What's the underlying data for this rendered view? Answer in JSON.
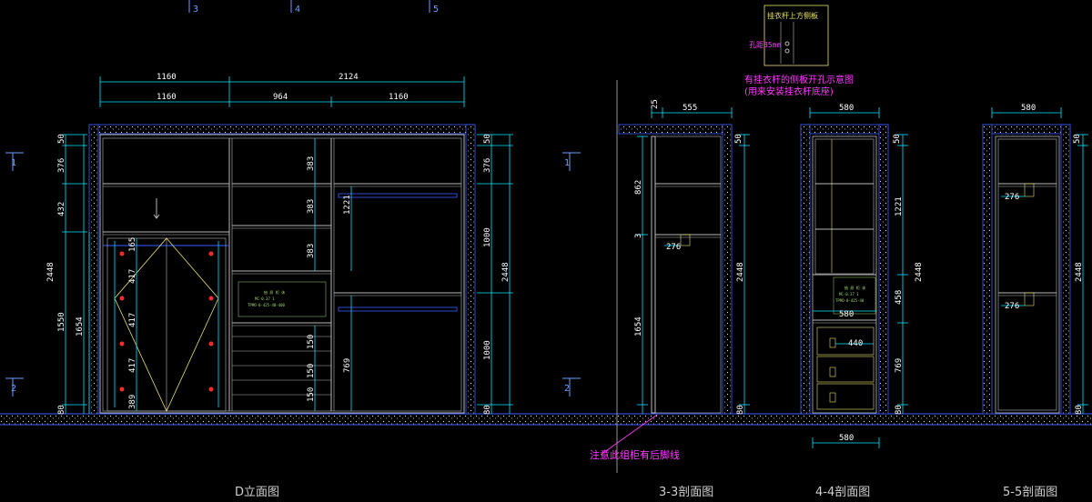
{
  "colors": {
    "background": "#000000",
    "cyan": "#00e5ff",
    "blue": "#3c5cff",
    "white": "#ffffff",
    "yellow": "#e8e06a",
    "red": "#ff2a2a",
    "magenta": "#ff3cff",
    "gray": "#b8b8b8"
  },
  "grid_markers": {
    "top": [
      "3",
      "4",
      "5"
    ],
    "side": [
      "1",
      "2"
    ]
  },
  "elevation_d": {
    "title": "D立面图",
    "top_dims_row1": [
      "1160",
      "2124"
    ],
    "top_dims_row2": [
      "1160",
      "964",
      "1160"
    ],
    "left_dims": [
      "50",
      "376",
      "432",
      "2448",
      "1550",
      "1654",
      "80"
    ],
    "door_dims": [
      "165",
      "417",
      "417",
      "417",
      "389"
    ],
    "mid_dims": [
      "383",
      "383",
      "383",
      "150",
      "150",
      "150"
    ],
    "right_col_dims": [
      "1221",
      "769"
    ],
    "right_dims": [
      "50",
      "376",
      "1000",
      "2448",
      "1000",
      "80"
    ]
  },
  "note": {
    "box_title": "挂衣杆上方侧板",
    "hole_label": "孔距35mm",
    "title_line1": "有挂衣杆的侧板开孔示意图",
    "title_line2": "(用来安装挂衣杆底座)",
    "bottom_note": "注意此组柜有后脚线"
  },
  "section_33": {
    "title": "3-3剖面图",
    "dims": [
      "25",
      "555",
      "50",
      "862",
      "3",
      "276",
      "2448",
      "1654",
      "80"
    ]
  },
  "section_44": {
    "title": "4-4剖面图",
    "dims": [
      "580",
      "50",
      "1221",
      "458",
      "2448",
      "580",
      "440",
      "769",
      "80",
      "580"
    ]
  },
  "section_55": {
    "title": "5-5剖面图",
    "dims": [
      "580",
      "50",
      "276",
      "276",
      "2448",
      "80"
    ]
  }
}
